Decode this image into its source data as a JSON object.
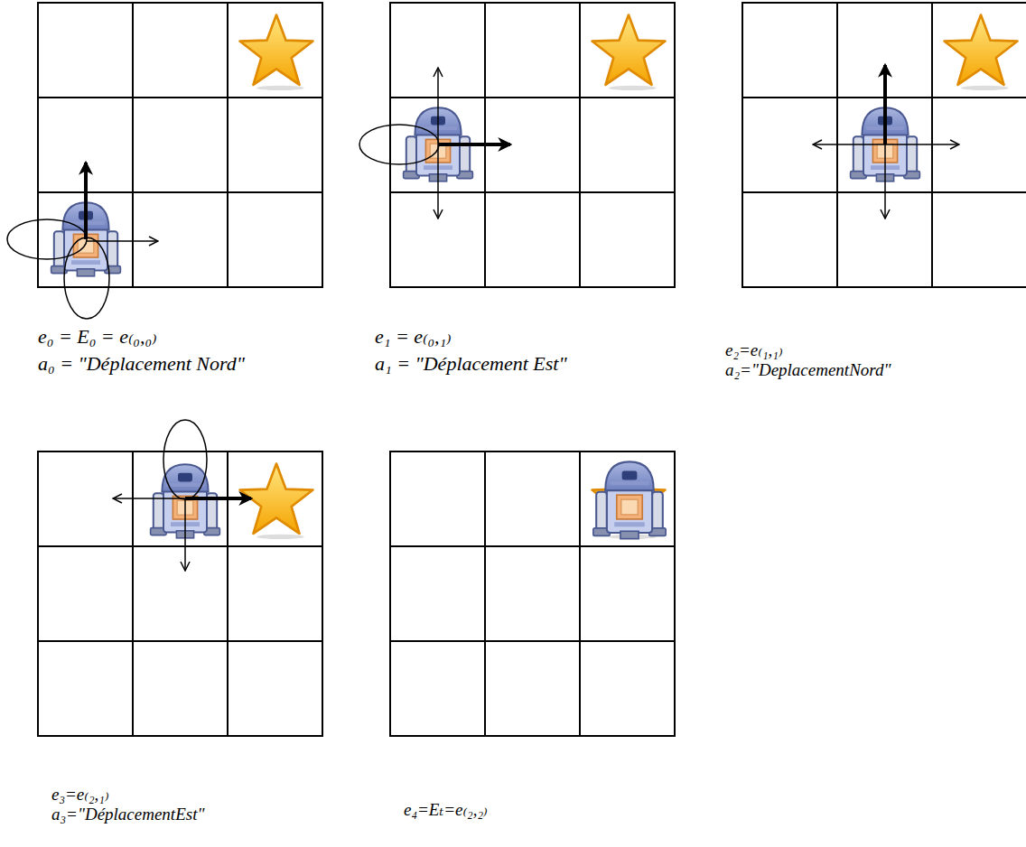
{
  "diagram": {
    "labels": [
      "e₀ = E₀ = e₍₀,₀₎",
      "a₀ = \"Déplacement Nord\"",
      "e₁ = e₍₀,₁₎",
      "a₁ = \"Déplacement Est\"",
      "e₂=e₍₁,₁₎",
      "a₂=\"DeplacementNord\"",
      "e₃=e₍₂,₁₎",
      "a₃=\"DéplacementEst\"",
      "e₄=Eₜ=e₍₂,₂₎"
    ]
  }
}
